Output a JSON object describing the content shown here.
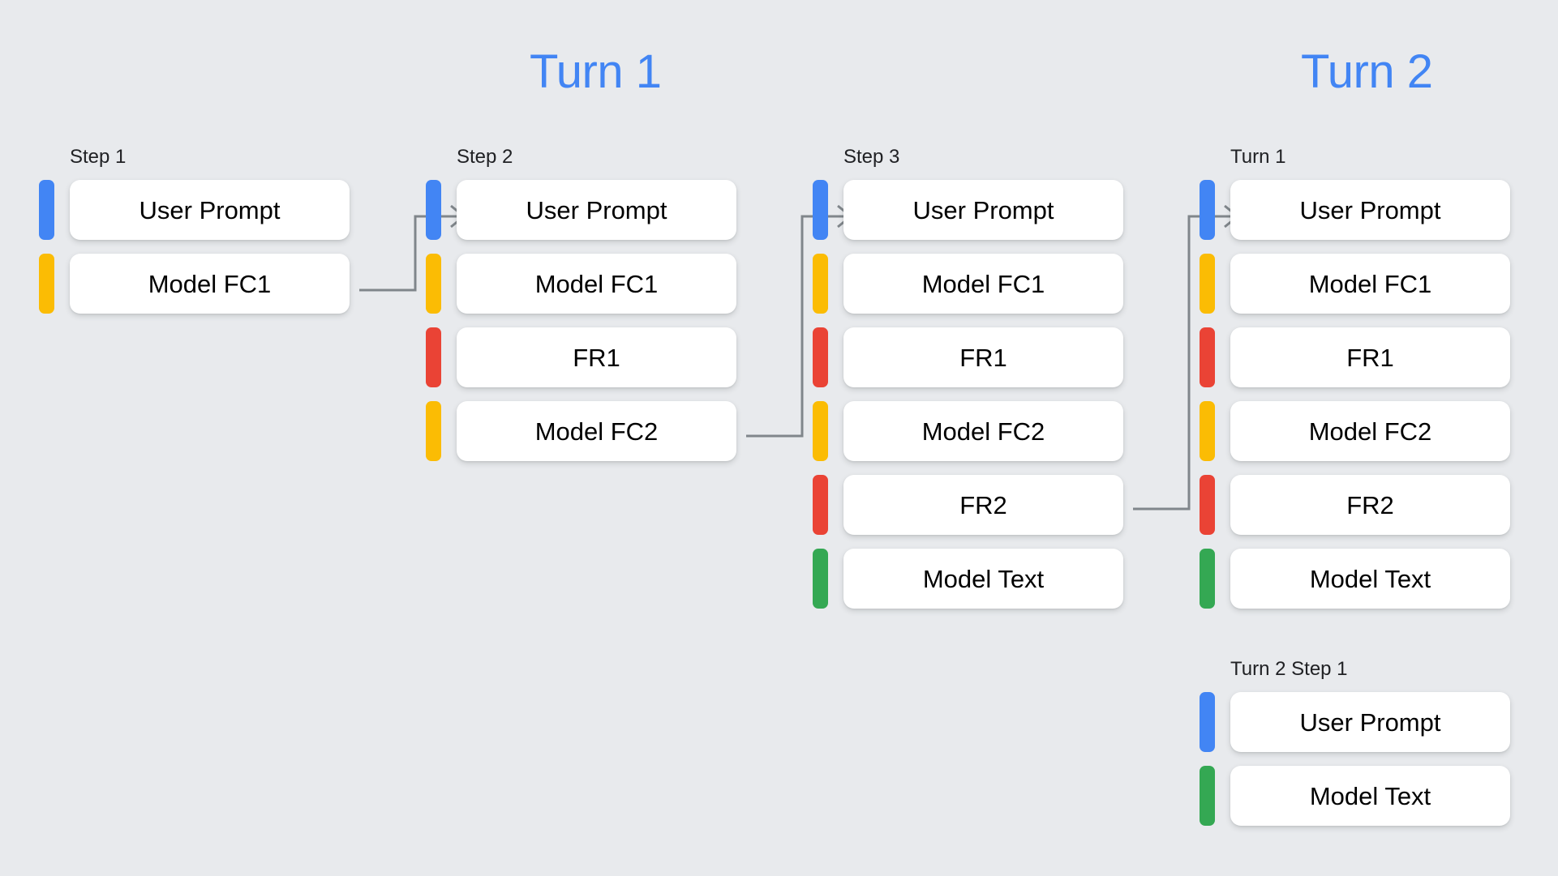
{
  "background_color": "#E8EAED",
  "palette": {
    "blue": "#4285F4",
    "yellow": "#FBBC04",
    "red": "#EA4335",
    "green": "#34A853",
    "connector_gray": "#80868B",
    "card_white": "#FFFFFF",
    "text_black": "#000000"
  },
  "titles": {
    "turn1": "Turn 1",
    "turn2": "Turn 2"
  },
  "columns": [
    {
      "id": "step1",
      "label": "Step 1",
      "rows": [
        {
          "color": "blue",
          "label": "User Prompt"
        },
        {
          "color": "yellow",
          "label": "Model FC1"
        }
      ]
    },
    {
      "id": "step2",
      "label": "Step 2",
      "rows": [
        {
          "color": "blue",
          "label": "User Prompt"
        },
        {
          "color": "yellow",
          "label": "Model FC1"
        },
        {
          "color": "red",
          "label": "FR1"
        },
        {
          "color": "yellow",
          "label": "Model FC2"
        }
      ]
    },
    {
      "id": "step3",
      "label": "Step 3",
      "rows": [
        {
          "color": "blue",
          "label": "User Prompt"
        },
        {
          "color": "yellow",
          "label": "Model FC1"
        },
        {
          "color": "red",
          "label": "FR1"
        },
        {
          "color": "yellow",
          "label": "Model FC2"
        },
        {
          "color": "red",
          "label": "FR2"
        },
        {
          "color": "green",
          "label": "Model Text"
        }
      ]
    },
    {
      "id": "turn1",
      "label": "Turn 1",
      "rows": [
        {
          "color": "blue",
          "label": "User Prompt"
        },
        {
          "color": "yellow",
          "label": "Model FC1"
        },
        {
          "color": "red",
          "label": "FR1"
        },
        {
          "color": "yellow",
          "label": "Model FC2"
        },
        {
          "color": "red",
          "label": "FR2"
        },
        {
          "color": "green",
          "label": "Model Text"
        }
      ]
    },
    {
      "id": "turn2step1",
      "label": "Turn 2 Step 1",
      "rows": [
        {
          "color": "blue",
          "label": "User Prompt"
        },
        {
          "color": "green",
          "label": "Model Text"
        }
      ]
    }
  ],
  "connectors": [
    {
      "id": "step1-to-step2",
      "from": "step1.Model FC1",
      "to": "step2.User Prompt"
    },
    {
      "id": "step2-to-step3",
      "from": "step2.Model FC2",
      "to": "step3.User Prompt"
    },
    {
      "id": "step3-to-turn1",
      "from": "step3.FR2",
      "to": "turn1.User Prompt"
    }
  ]
}
